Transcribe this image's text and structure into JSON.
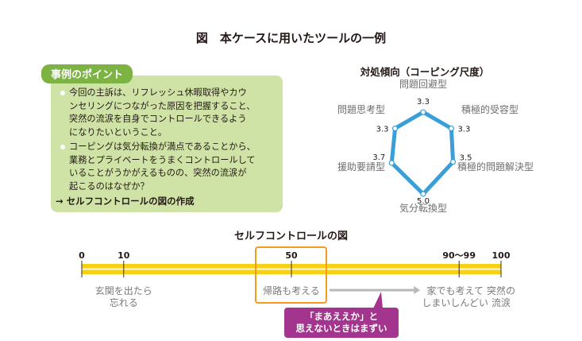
{
  "figure_title": "図　本ケースに用いたツールの一例",
  "point": {
    "tag": "事例のポイント",
    "bullet1": [
      "今回の主訴は、リフレッシュ休暇取得やカウ",
      "ンセリングにつながった原因を把握すること、",
      "突然の流涙を自身でコントロールできるよう",
      "になりたいということ。"
    ],
    "bullet2": [
      "コーピングは気分転換が満点であることから、",
      "業務とプライベートをうまくコントロールして",
      "いることがうかがえるものの、突然の流涙が",
      "起こるのはなぜか？"
    ],
    "conclusion": "→ セルフコントロールの図の作成"
  },
  "radar": {
    "title": "対処傾向（コーピング尺度）",
    "max": 5,
    "axes": [
      {
        "label": "問題回避型",
        "value": 3.3,
        "value_text": "3.3"
      },
      {
        "label": "積極的受容型",
        "value": 3.3,
        "value_text": "3.3"
      },
      {
        "label": "積極的問題解決型",
        "value": 3.5,
        "value_text": "3.5"
      },
      {
        "label": "気分転換型",
        "value": 5.0,
        "value_text": "5.0"
      },
      {
        "label": "援助要請型",
        "value": 3.7,
        "value_text": "3.7"
      },
      {
        "label": "問題思考型",
        "value": 3.3,
        "value_text": "3.3"
      }
    ],
    "color": "#3a9fd8"
  },
  "scale": {
    "title": "セルフコントロールの図",
    "min": 0,
    "max": 100,
    "ticks": [
      {
        "value": 0,
        "label": "0"
      },
      {
        "value": 10,
        "label": "10"
      },
      {
        "value": 50,
        "label": "50"
      },
      {
        "value": 90,
        "label": "90〜99"
      },
      {
        "value": 100,
        "label": "100"
      }
    ],
    "notes": [
      {
        "value": 10,
        "lines": [
          "玄関を出たら",
          "忘れる"
        ]
      },
      {
        "value": 50,
        "lines": [
          "帰路も考える"
        ]
      },
      {
        "value": 90,
        "lines": [
          "家でも考えて",
          "しまいしんどい"
        ]
      },
      {
        "value": 100,
        "lines": [
          "突然の",
          "流涙"
        ]
      }
    ],
    "highlight_value": 50,
    "callout": [
      "「まあええか」と",
      "思えないときはまずい"
    ],
    "bar_color": "#f7d117",
    "highlight_color": "#f39c1f",
    "callout_color": "#a3358e"
  }
}
